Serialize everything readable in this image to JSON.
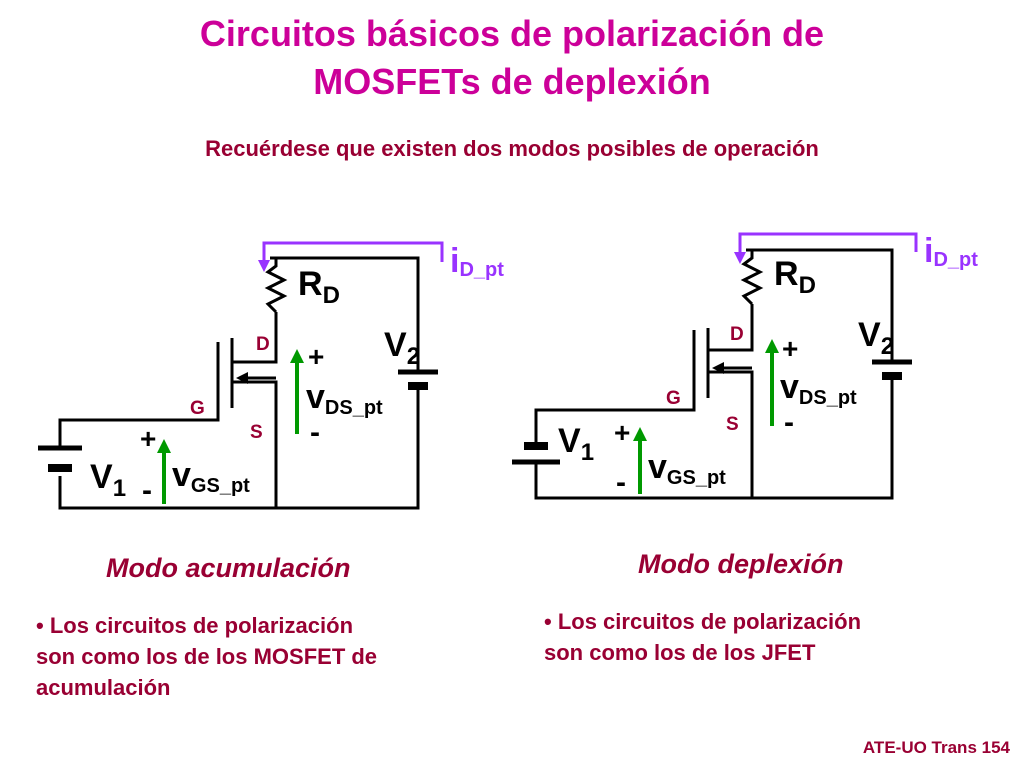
{
  "title": {
    "line1": "Circuitos básicos de polarización de",
    "line2": "MOSFETs de deplexión"
  },
  "subtitle": "Recuérdese que existen dos modos posibles de operación",
  "left_circuit": {
    "rd_main": "R",
    "rd_sub": "D",
    "v2_main": "V",
    "v2_sub": "2",
    "v1_main": "V",
    "v1_sub": "1",
    "id_main": "i",
    "id_sub": "D_pt",
    "vds_main": "v",
    "vds_sub": "DS_pt",
    "vgs_main": "v",
    "vgs_sub": "GS_pt",
    "d": "D",
    "g": "G",
    "s": "S",
    "plus": "+",
    "minus": "-"
  },
  "right_circuit": {
    "rd_main": "R",
    "rd_sub": "D",
    "v2_main": "V",
    "v2_sub": "2",
    "v1_main": "V",
    "v1_sub": "1",
    "id_main": "i",
    "id_sub": "D_pt",
    "vds_main": "v",
    "vds_sub": "DS_pt",
    "vgs_main": "v",
    "vgs_sub": "GS_pt",
    "d": "D",
    "g": "G",
    "s": "S",
    "plus": "+",
    "minus": "-"
  },
  "left_mode": {
    "title": "Modo acumulación",
    "bullet_symbol": "•",
    "line1": "Los circuitos de polarización",
    "line2": "son como los de los MOSFET de",
    "line3": "acumulación"
  },
  "right_mode": {
    "title": "Modo deplexión",
    "bullet_symbol": "•",
    "line1": "Los circuitos de polarización",
    "line2": "son como los de los JFET"
  },
  "footer": "ATE-UO Trans 154",
  "colors": {
    "title": "#cc0099",
    "text": "#990033",
    "current_arrow": "#9933ff",
    "voltage_arrow": "#009900",
    "wire": "#000000"
  }
}
